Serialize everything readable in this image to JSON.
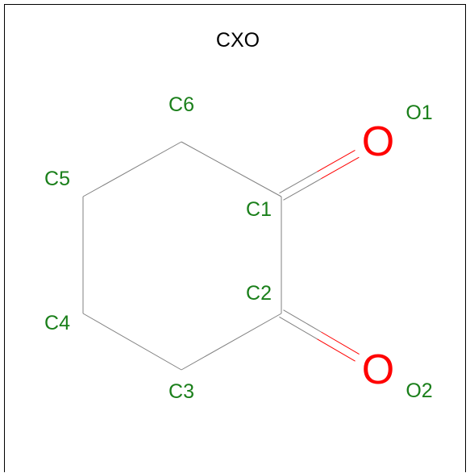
{
  "title": "CXO",
  "colors": {
    "bond": "#808080",
    "carbon_label": "#1a7f1a",
    "oxygen": "#ff0000",
    "title": "#000000"
  },
  "atoms": [
    {
      "id": "C1",
      "label": "C1",
      "element": "C"
    },
    {
      "id": "C2",
      "label": "C2",
      "element": "C"
    },
    {
      "id": "C3",
      "label": "C3",
      "element": "C"
    },
    {
      "id": "C4",
      "label": "C4",
      "element": "C"
    },
    {
      "id": "C5",
      "label": "C5",
      "element": "C"
    },
    {
      "id": "C6",
      "label": "C6",
      "element": "C"
    },
    {
      "id": "O1",
      "label": "O1",
      "element": "O",
      "symbol": "O"
    },
    {
      "id": "O2",
      "label": "O2",
      "element": "O",
      "symbol": "O"
    }
  ],
  "bonds": [
    {
      "from": "C1",
      "to": "C2",
      "order": 1
    },
    {
      "from": "C2",
      "to": "C3",
      "order": 1
    },
    {
      "from": "C3",
      "to": "C4",
      "order": 1
    },
    {
      "from": "C4",
      "to": "C5",
      "order": 1
    },
    {
      "from": "C5",
      "to": "C6",
      "order": 1
    },
    {
      "from": "C6",
      "to": "C1",
      "order": 1
    },
    {
      "from": "C1",
      "to": "O1",
      "order": 2
    },
    {
      "from": "C2",
      "to": "O2",
      "order": 2
    }
  ]
}
